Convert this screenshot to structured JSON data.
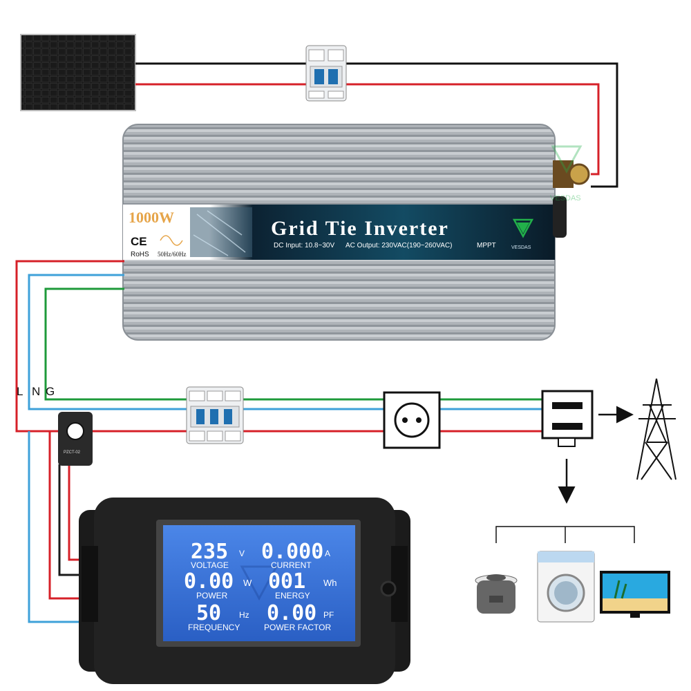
{
  "inverter": {
    "power": "1000W",
    "ce": "CE",
    "rohs": "RoHS",
    "freq_label": "50Hz/60Hz",
    "title": "Grid Tie Inverter",
    "dc_input": "DC Input: 10.8~30V",
    "ac_output": "AC Output: 230VAC(190~260VAC)",
    "mppt": "MPPT",
    "brand": "VESDAS",
    "body_color": "#a9aeb3",
    "label_color": "#0f2a3a"
  },
  "watermark": {
    "brand": "VESDAS"
  },
  "wiring": {
    "labels": {
      "L": "L",
      "N": "N",
      "G": "G"
    },
    "colors": {
      "live": "#d62028",
      "neutral": "#3ea1d9",
      "ground": "#1e9a3a",
      "black": "#111111"
    }
  },
  "meter": {
    "voltage_value": "235",
    "voltage_unit": "V",
    "voltage_label": "VOLTAGE",
    "current_value": "0.000",
    "current_unit": "A",
    "current_label": "CURRENT",
    "power_value": "0.00",
    "power_unit": "W",
    "power_label": "POWER",
    "energy_value": "001",
    "energy_unit": "Wh",
    "energy_label": "ENERGY",
    "frequency_value": "50",
    "frequency_unit": "Hz",
    "frequency_label": "FREQUENCY",
    "pf_value": "0.00",
    "pf_unit": "PF",
    "pf_label": "POWER FACTOR",
    "screen_color": "#2f6fd6"
  },
  "ct_clamp": {
    "text": "PZCT-02"
  },
  "appliances": [
    "rice-cooker",
    "washing-machine",
    "tv"
  ]
}
